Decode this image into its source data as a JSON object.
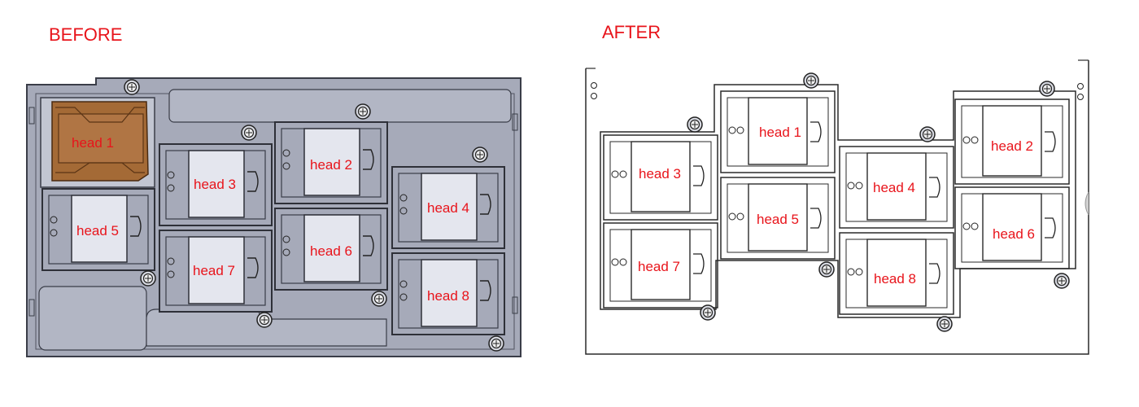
{
  "panels": {
    "before": {
      "title": "BEFORE"
    },
    "after": {
      "title": "AFTER"
    }
  },
  "heads": [
    {
      "id": 1,
      "label": "head 1"
    },
    {
      "id": 2,
      "label": "head 2"
    },
    {
      "id": 3,
      "label": "head 3"
    },
    {
      "id": 4,
      "label": "head 4"
    },
    {
      "id": 5,
      "label": "head 5"
    },
    {
      "id": 6,
      "label": "head 6"
    },
    {
      "id": 7,
      "label": "head 7"
    },
    {
      "id": 8,
      "label": "head 8"
    }
  ],
  "colors": {
    "title": "#e8141b",
    "plate_before": "#a6aab9",
    "plate_before_border": "#3a3d48",
    "head1_highlight": "#a46a36",
    "window": "#e4e6ee",
    "plate_after": "#ffffff",
    "line": "#2a2a2a"
  }
}
